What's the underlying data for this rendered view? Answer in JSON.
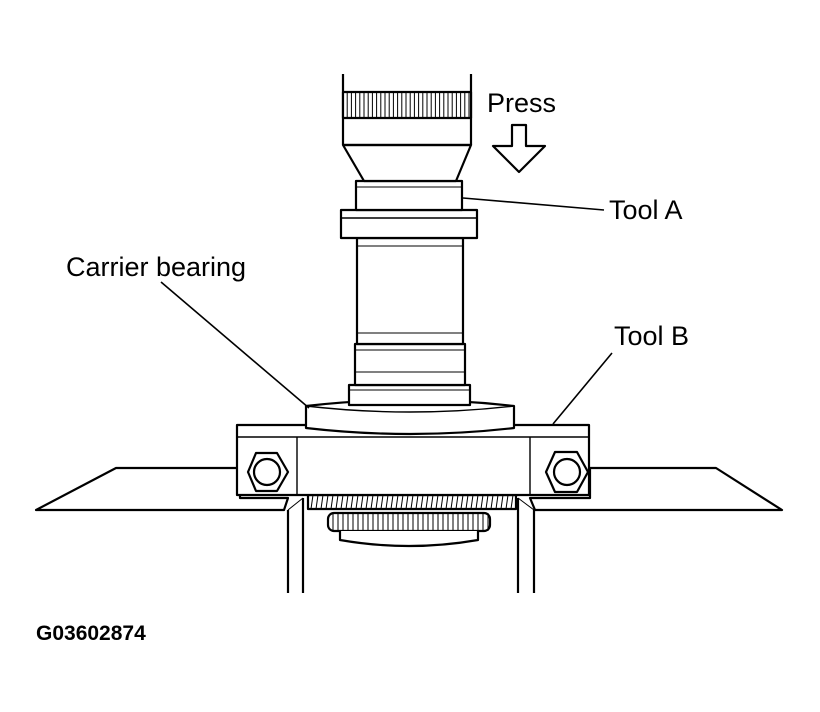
{
  "labels": {
    "press": "Press",
    "tool_a": "Tool A",
    "carrier_bearing": "Carrier bearing",
    "tool_b": "Tool B",
    "figure_code": "G03602874"
  },
  "colors": {
    "ink": "#000000",
    "paper": "#ffffff"
  },
  "icons": {
    "press_direction": "down-arrow-icon"
  }
}
